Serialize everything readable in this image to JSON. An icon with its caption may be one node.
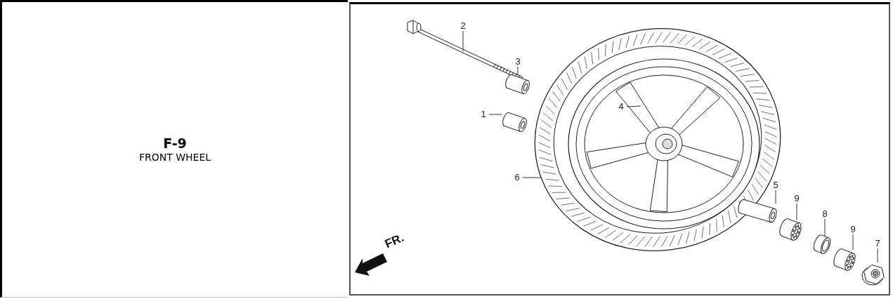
{
  "diagram": {
    "title": "F-9",
    "caption": "FRONT WHEEL",
    "nodes": [
      {
        "text": [
          "2"
        ]
      },
      {
        "text": [
          "3"
        ]
      },
      {
        "text": [
          "1"
        ]
      },
      {
        "text": [
          "4"
        ],
        "in": 13
      },
      {
        "text": [
          "6"
        ]
      },
      {
        "text": [
          "5"
        ]
      },
      {
        "text": [
          "9"
        ]
      },
      {
        "text": [
          "8"
        ]
      },
      {
        "text": [
          "9"
        ]
      },
      {
        "text": [
          "7"
        ]
      },
      {
        "text": [],
        "shape": "picture"
      },
      {
        "text": [],
        "shape": "picture"
      },
      {
        "text": [],
        "shape": "picture"
      },
      {
        "text": [],
        "shape": "picture",
        "in": 14
      },
      {
        "text": [],
        "shape": "picture"
      },
      {
        "text": [],
        "shape": "picture"
      },
      {
        "text": [],
        "shape": "picture"
      },
      {
        "text": [],
        "shape": "picture"
      },
      {
        "text": [],
        "shape": "picture"
      },
      {
        "text": [],
        "shape": "picture"
      }
    ],
    "edges": [
      {
        "from": 0,
        "to": 10,
        "arrow": "none"
      },
      {
        "from": 1,
        "to": 11,
        "arrow": "none"
      },
      {
        "from": 2,
        "to": 12,
        "arrow": "none"
      },
      {
        "from": 3,
        "to": 13,
        "arrow": "none"
      },
      {
        "from": 4,
        "to": 14,
        "arrow": "none"
      },
      {
        "from": 5,
        "to": 15,
        "arrow": "none"
      },
      {
        "from": 6,
        "to": 16,
        "arrow": "none"
      },
      {
        "from": 7,
        "to": 17,
        "arrow": "none"
      },
      {
        "from": 8,
        "to": 18,
        "arrow": "none"
      },
      {
        "from": 9,
        "to": 19,
        "arrow": "none"
      }
    ],
    "labels": [
      "FR."
    ]
  }
}
